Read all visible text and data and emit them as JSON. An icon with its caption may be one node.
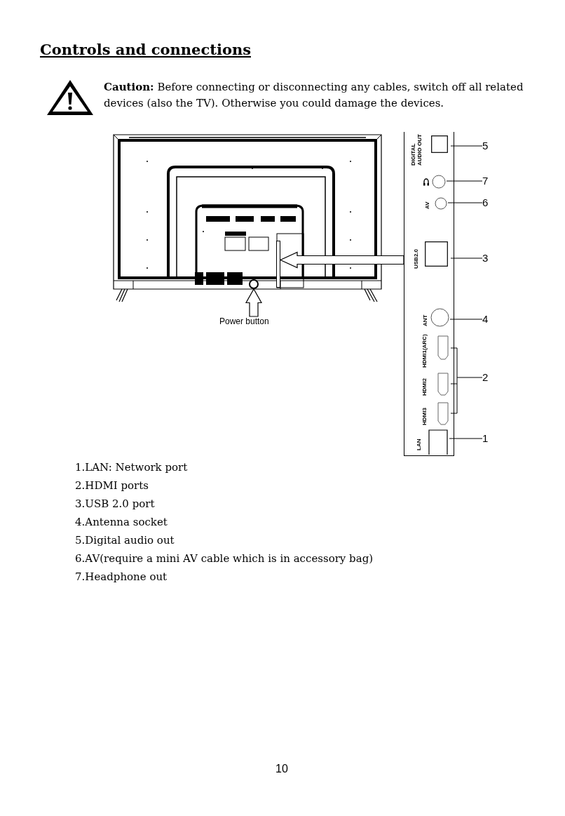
{
  "diagram": {
    "title": "Controls and connections",
    "nodes": [
      {
        "text": [],
        "shape": "picture"
      },
      {
        "text": [],
        "shape": "circle",
        "in": 0
      },
      {
        "text": [],
        "shape": "box",
        "in": 0
      },
      {
        "text": [
          "Power button"
        ]
      },
      {
        "text": [],
        "shape": "box"
      },
      {
        "text": [
          "DIGITAL AUDIO OUT"
        ],
        "in": 4
      },
      {
        "text": [],
        "shape": "circle",
        "in": 4
      },
      {
        "text": [
          "AV"
        ],
        "in": 4
      },
      {
        "text": [
          "USB2.0"
        ],
        "in": 4
      },
      {
        "text": [
          "ANT"
        ],
        "in": 4
      },
      {
        "text": [
          "HDMI1(ARC)"
        ],
        "in": 4
      },
      {
        "text": [
          "HDMI2"
        ],
        "in": 4
      },
      {
        "text": [
          "HDMI3"
        ],
        "in": 4
      },
      {
        "text": [
          "LAN"
        ],
        "in": 4
      },
      {
        "text": [
          "5"
        ]
      },
      {
        "text": [
          "7"
        ]
      },
      {
        "text": [
          "6"
        ]
      },
      {
        "text": [
          "3"
        ]
      },
      {
        "text": [
          "4"
        ]
      },
      {
        "text": [
          "2"
        ]
      },
      {
        "text": [
          "1"
        ]
      }
    ],
    "edges": [
      {
        "from": 3,
        "to": 1,
        "arrow": "to"
      },
      {
        "from": 4,
        "to": 2,
        "arrow": "to"
      },
      {
        "from": 14,
        "to": 5,
        "arrow": "none"
      },
      {
        "from": 15,
        "to": 6,
        "arrow": "none"
      },
      {
        "from": 16,
        "to": 7,
        "arrow": "none"
      },
      {
        "from": 17,
        "to": 8,
        "arrow": "none"
      },
      {
        "from": 18,
        "to": 9,
        "arrow": "none"
      },
      {
        "from": 19,
        "to": 10,
        "arrow": "none"
      },
      {
        "from": 19,
        "to": 11,
        "arrow": "none"
      },
      {
        "from": 19,
        "to": 12,
        "arrow": "none"
      },
      {
        "from": 20,
        "to": 13,
        "arrow": "none"
      }
    ],
    "labels": [
      "**Caution:** Before connecting or disconnecting any cables, switch off all related devices (also the TV). Otherwise you could damage the devices.",
      "1.LAN: Network port",
      "2.HDMI ports",
      "3.USB 2.0 port",
      "4.Antenna socket",
      "5.Digital audio out",
      "6.AV(require a mini AV cable which is in accessory bag)",
      "7.Headphone out",
      "10"
    ]
  }
}
